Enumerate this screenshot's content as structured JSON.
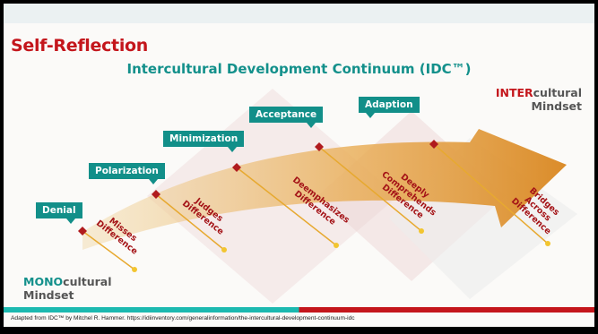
{
  "title": "Self-Reflection",
  "subtitle": "Intercultural Development Continuum (IDC™)",
  "stages": [
    {
      "label": "Denial",
      "description": [
        "Misses",
        "Difference"
      ]
    },
    {
      "label": "Polarization",
      "description": [
        "Judges",
        "Difference"
      ]
    },
    {
      "label": "Minimization",
      "description": [
        "Deemphasizes",
        "Difference"
      ]
    },
    {
      "label": "Acceptance",
      "description": [
        "Deeply",
        "Comprehends",
        "Difference"
      ]
    },
    {
      "label": "Adaption",
      "description": [
        "Bridges",
        "Across",
        "Difference"
      ]
    }
  ],
  "inter_mindset": {
    "highlight": "INTER",
    "rest": "cultural",
    "line2": "Mindset"
  },
  "mono_mindset": {
    "highlight": "MONO",
    "rest": "cultural",
    "line2": "Mindset"
  },
  "footer": "Adapted from IDC™ by Mitchel R. Hammer. https://idiinventory.com/generalinformation/the-intercultural-development-continuum-idc",
  "colors": {
    "teal": "#128f89",
    "red": "#c4161c",
    "arrow": "#e3a445",
    "leader": "#e7a930",
    "node": "#b01b1e"
  }
}
